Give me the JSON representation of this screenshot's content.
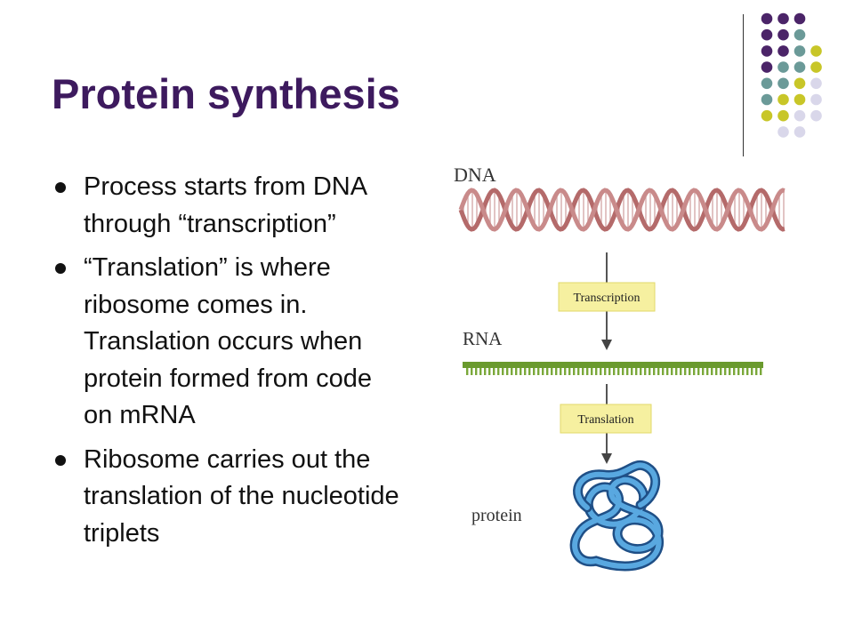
{
  "slide": {
    "title": "Protein synthesis",
    "bullets": [
      "Process starts from DNA through “transcription”",
      "“Translation” is where ribosome comes in. Translation occurs when protein formed from code on mRNA",
      "Ribosome carries out the translation of the nucleotide triplets"
    ]
  },
  "diagram": {
    "dna_label": "DNA",
    "transcription_label": "Transcription",
    "rna_label": "RNA",
    "translation_label": "Translation",
    "protein_label": "protein"
  },
  "colors": {
    "title": "#3d1a5e",
    "purple": "#4b2468",
    "teal": "#6b9a98",
    "olive": "#c8c628",
    "lavender": "#d9d7ea",
    "box_fill": "#f6f0a0",
    "dna": "#b46a6a",
    "rna": "#7aa83a",
    "protein": "#3d86c6"
  }
}
